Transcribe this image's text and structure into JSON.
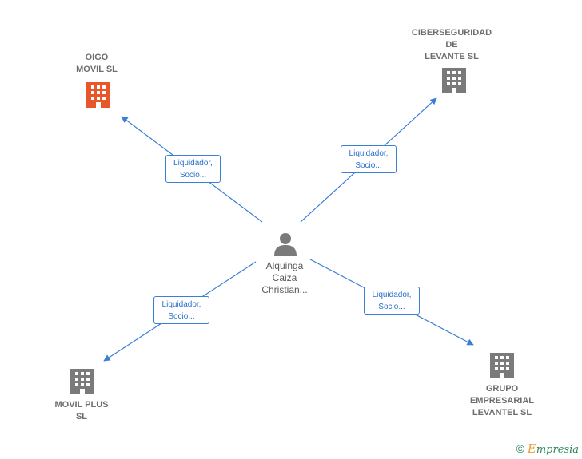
{
  "center": {
    "name": "Alquinga\nCaiza\nChristian..."
  },
  "nodes": [
    {
      "id": "oigo",
      "label": "OIGO\nMOVIL  SL",
      "color": "#e8562a"
    },
    {
      "id": "ciber",
      "label": "CIBERSEGURIDAD\nDE\nLEVANTE  SL",
      "color": "#7a7a7a"
    },
    {
      "id": "movilplus",
      "label": "MOVIL PLUS\nSL",
      "color": "#7a7a7a"
    },
    {
      "id": "grupo",
      "label": "GRUPO\nEMPRESARIAL\nLEVANTEL  SL",
      "color": "#7a7a7a"
    }
  ],
  "edges": [
    {
      "target": "oigo",
      "label": "Liquidador,\nSocio..."
    },
    {
      "target": "ciber",
      "label": "Liquidador,\nSocio..."
    },
    {
      "target": "movilplus",
      "label": "Liquidador,\nSocio..."
    },
    {
      "target": "grupo",
      "label": "Liquidador,\nSocio..."
    }
  ],
  "colors": {
    "edge": "#3a7fd5",
    "person": "#7a7a7a"
  },
  "footer": {
    "copyright": "©",
    "brand_initial": "E",
    "brand_rest": "mpresia"
  }
}
